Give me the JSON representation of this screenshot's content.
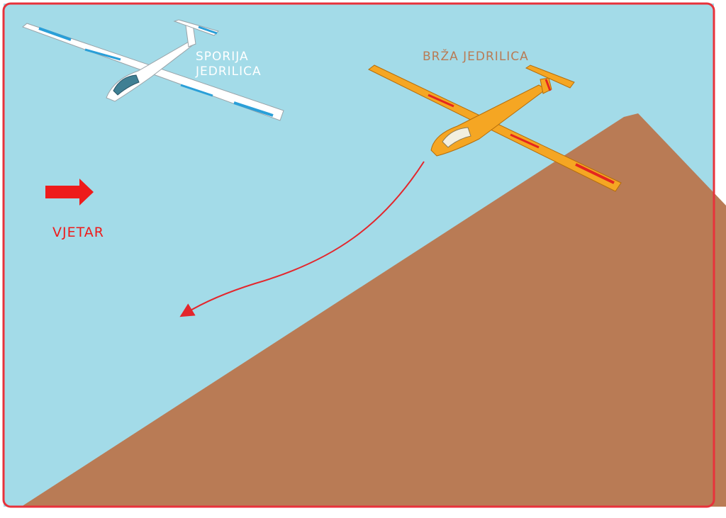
{
  "labels": {
    "slow_glider": "SPORIJA JEDRILICA",
    "fast_glider": "BRŽA JEDRILICA",
    "wind": "VJETAR"
  },
  "icons": {
    "wind_arrow": "right-arrow-icon",
    "flight_path": "curved-arrow-icon"
  },
  "colors": {
    "sky": "#a3dbe8",
    "mountain": "#b97b55",
    "frame": "#e8323b",
    "wind": "#ee1b1b",
    "slow_glider_body": "#ffffff",
    "slow_glider_accent": "#2a9fd8",
    "fast_glider_body": "#f5a623",
    "fast_glider_accent": "#e4261f",
    "slow_label": "#ffffff",
    "fast_label": "#b97b55",
    "wind_label": "#ee1b1b",
    "flight_path": "#e4262c"
  }
}
